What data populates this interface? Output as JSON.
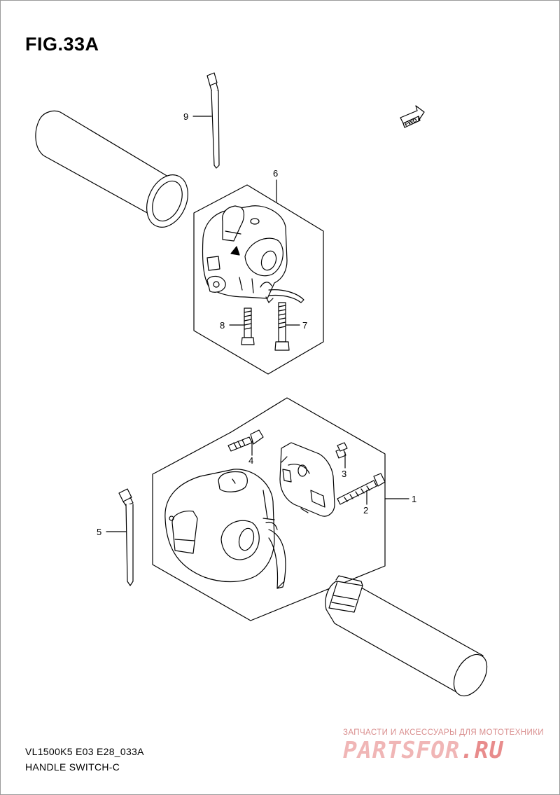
{
  "figure": {
    "title": "FIG.33A",
    "model_code": "VL1500K5 E03 E28_033A",
    "section_name": "HANDLE SWITCH-C"
  },
  "direction_badge": "FWD",
  "callouts": [
    {
      "id": "c9",
      "label": "9"
    },
    {
      "id": "c6",
      "label": "6"
    },
    {
      "id": "c8",
      "label": "8"
    },
    {
      "id": "c7",
      "label": "7"
    },
    {
      "id": "c4",
      "label": "4"
    },
    {
      "id": "c3",
      "label": "3"
    },
    {
      "id": "c1",
      "label": "1"
    },
    {
      "id": "c2",
      "label": "2"
    },
    {
      "id": "c5",
      "label": "5"
    }
  ],
  "watermark": {
    "caption": "ЗАПЧАСТИ И АКСЕССУАРЫ ДЛЯ МОТОТЕХНИКИ",
    "logo_main": "PARTSFOR",
    "logo_tld": ".RU"
  }
}
